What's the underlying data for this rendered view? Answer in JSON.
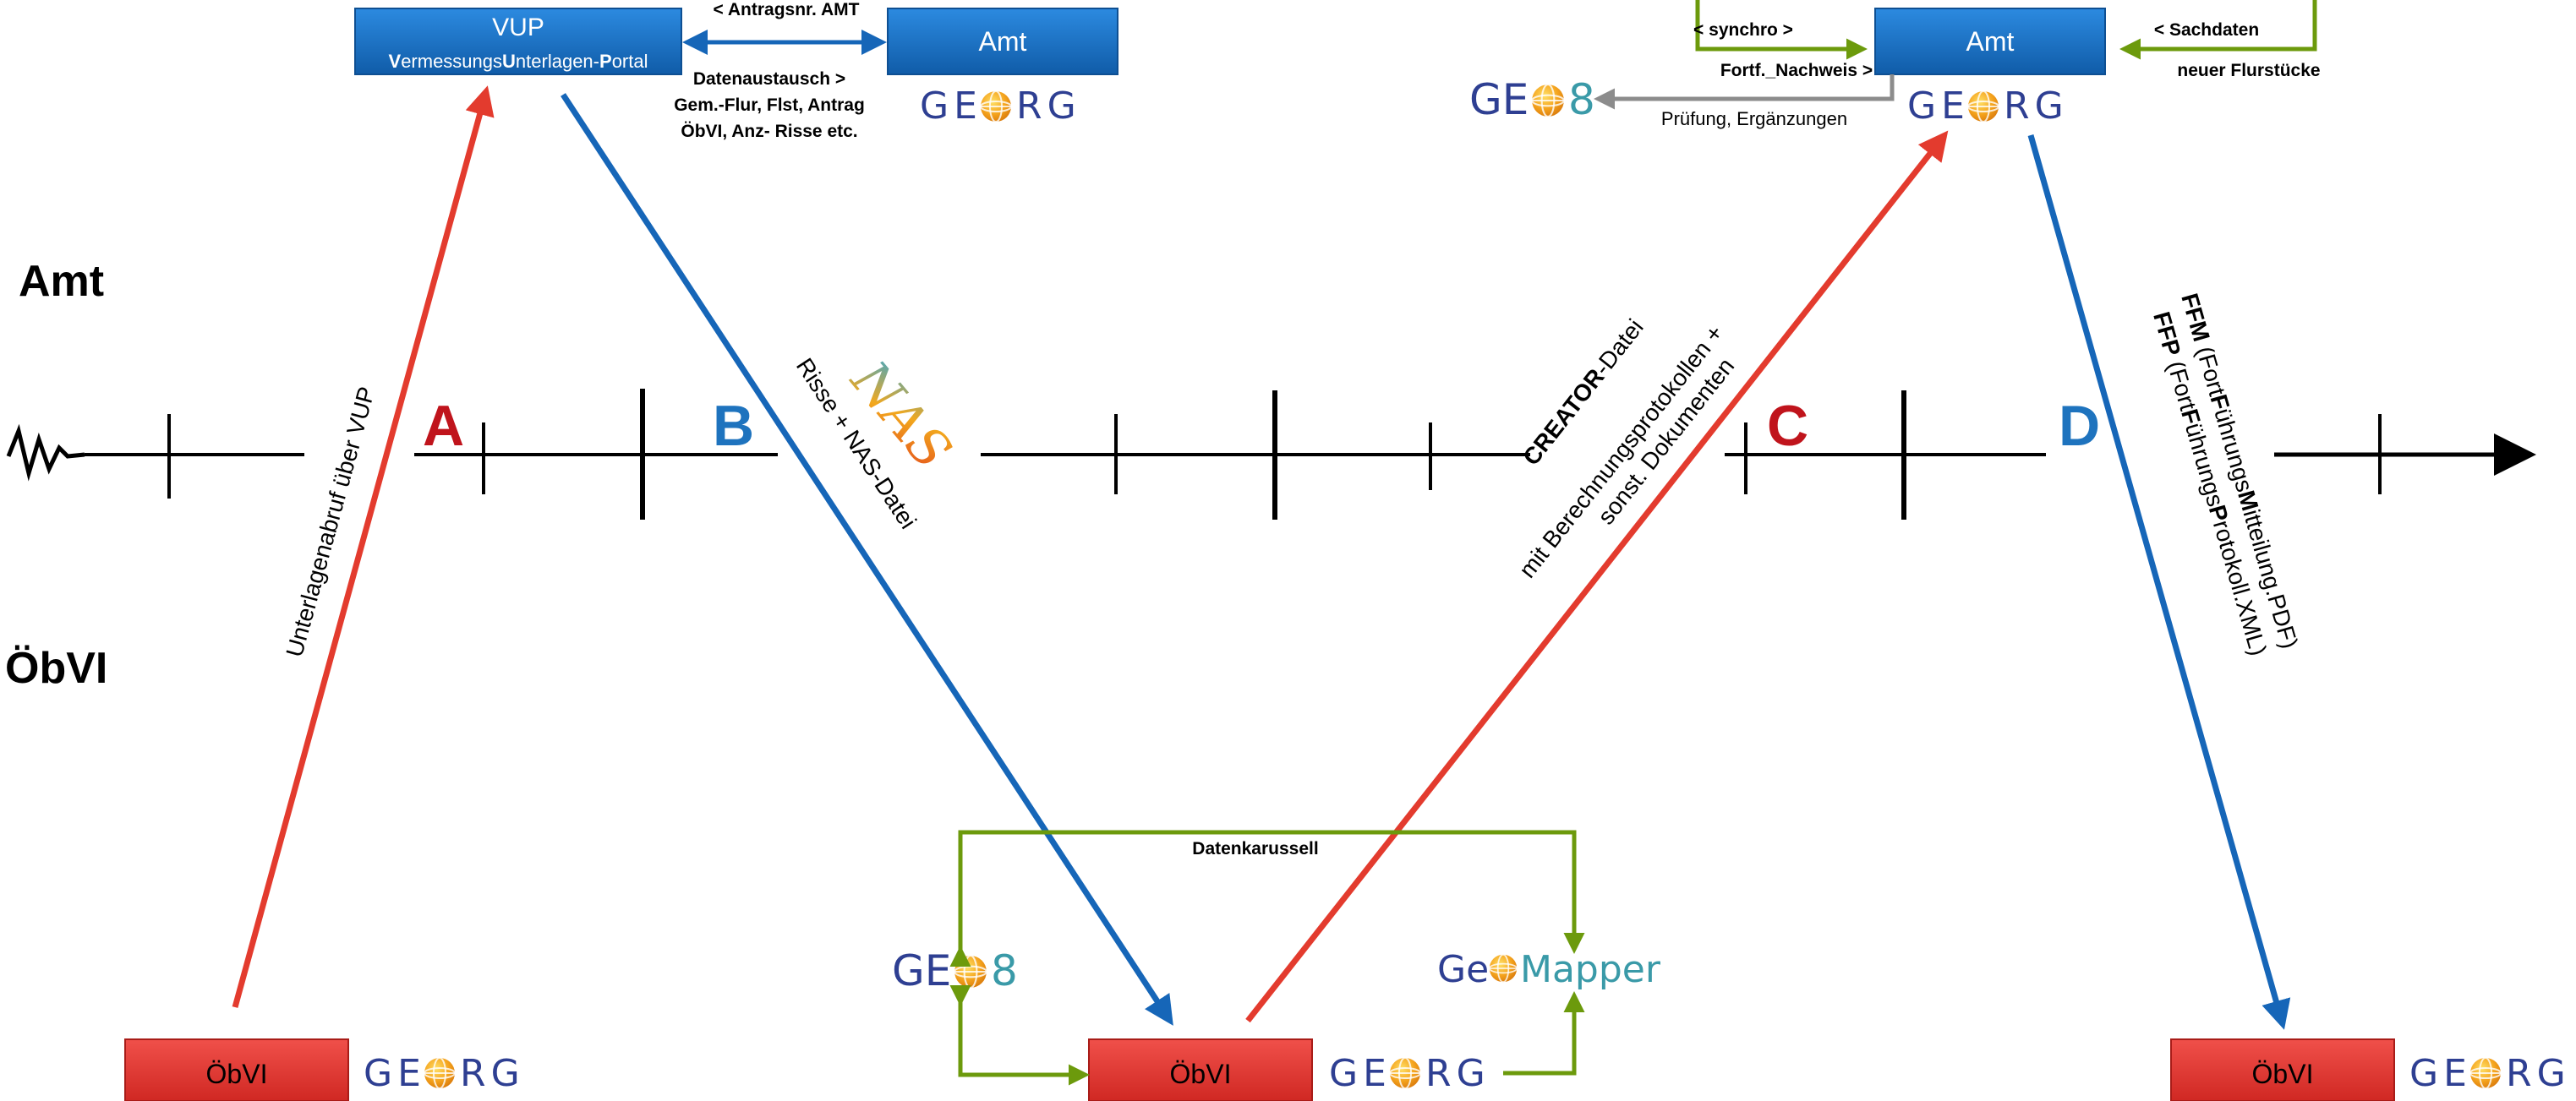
{
  "rows": {
    "amt": "Amt",
    "obvi": "ÖbVI"
  },
  "phases": {
    "a": "A",
    "b": "B",
    "c": "C",
    "d": "D"
  },
  "boxes": {
    "vup_title": "VUP",
    "vup_pre1": "V",
    "vup_mid1": "ermessungs",
    "vup_pre2": "U",
    "vup_mid2": "nterlagen-",
    "vup_pre3": "P",
    "vup_mid3": "ortal",
    "amt_left": "Amt",
    "amt_right": "Amt",
    "obvi_left": "ÖbVI",
    "obvi_center": "ÖbVI",
    "obvi_right": "ÖbVI"
  },
  "logos": {
    "georg_a": "GE",
    "georg_b": "RG",
    "geo8_a": "GE",
    "geo8_b": "8",
    "geomapper_a": "Ge",
    "geomapper_b": "Mapper"
  },
  "labels": {
    "antragsnr": "<  Antragsnr. AMT",
    "datenaustausch": "Datenaustausch  >",
    "gem_flur": "Gem.-Flur, Flst, Antrag",
    "obvi_risse": "ÖbVI, Anz- Risse etc.",
    "synchro": "<  synchro  >",
    "fortf_nachweis": "Fortf._Nachweis  >",
    "sachdaten": "<  Sachdaten",
    "neuer_flurstuecke": "neuer Flurstücke",
    "pruefung": "Prüfung, Ergänzungen",
    "datenkarussell": "Datenkarussell",
    "unterlagenabruf": "Unterlagenabruf über VUP",
    "risse_nas": "Risse + NAS-Datei",
    "nas_logo": "NAS",
    "creator_bold": "CREATOR",
    "creator_rest": "-Datei",
    "mit_berechnung": "mit Berechnungsprotokollen +",
    "sonst_dok": "sonst. Dokumenten",
    "ffm_bold": "FFM",
    "ffm_rest_1": "  (Fort",
    "ffm_F": "F",
    "ffm_rest_2": "ührungs",
    "ffm_M": "M",
    "ffm_rest_3": "itteilung.PDF)",
    "ffp_bold": "FFP",
    "ffp_rest_1": " (Fort",
    "ffp_F": "F",
    "ffp_rest_2": "ührungs",
    "ffp_P": "P",
    "ffp_rest_3": "rotokoll.XML)"
  },
  "colors": {
    "blue_box": "#1874cd",
    "red_box": "#e0322c",
    "arrow_red": "#e33b2e",
    "arrow_blue": "#1666b8",
    "arrow_green": "#6c9a0c",
    "arrow_gray": "#8c8c8c",
    "phase_red": "#c0141c",
    "phase_blue": "#1e73be",
    "logo_navy": "#2e3f92"
  }
}
